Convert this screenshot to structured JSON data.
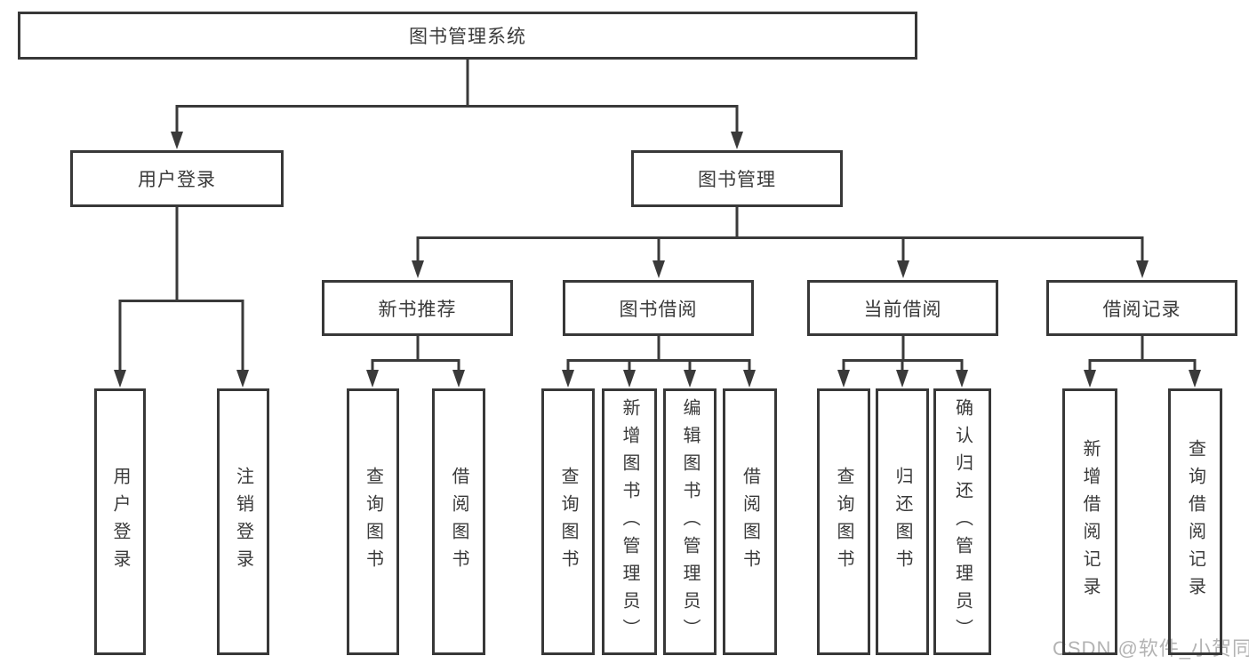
{
  "diagram": {
    "title": "图书管理系统",
    "colors": {
      "line": "#3a3a3a",
      "box_border": "#383838",
      "box_fill": "#ffffff",
      "text": "#3a3a3a",
      "watermark": "#b3b3b3",
      "background": "#ffffff"
    },
    "tree": {
      "label": "图书管理系统",
      "children": [
        {
          "label": "用户登录",
          "children": [
            {
              "label": "用户登录"
            },
            {
              "label": "注销登录"
            }
          ]
        },
        {
          "label": "图书管理",
          "children": [
            {
              "label": "新书推荐",
              "children": [
                {
                  "label": "查询图书"
                },
                {
                  "label": "借阅图书"
                }
              ]
            },
            {
              "label": "图书借阅",
              "children": [
                {
                  "label": "查询图书"
                },
                {
                  "label": "新增图书（管理员）"
                },
                {
                  "label": "编辑图书（管理员）"
                },
                {
                  "label": "借阅图书"
                }
              ]
            },
            {
              "label": "当前借阅",
              "children": [
                {
                  "label": "查询图书"
                },
                {
                  "label": "归还图书"
                },
                {
                  "label": "确认归还（管理员）"
                }
              ]
            },
            {
              "label": "借阅记录",
              "children": [
                {
                  "label": "新增借阅记录"
                },
                {
                  "label": "查询借阅记录"
                }
              ]
            }
          ]
        }
      ]
    },
    "watermark": {
      "text": "CSDN @软件_小贺同学"
    }
  }
}
